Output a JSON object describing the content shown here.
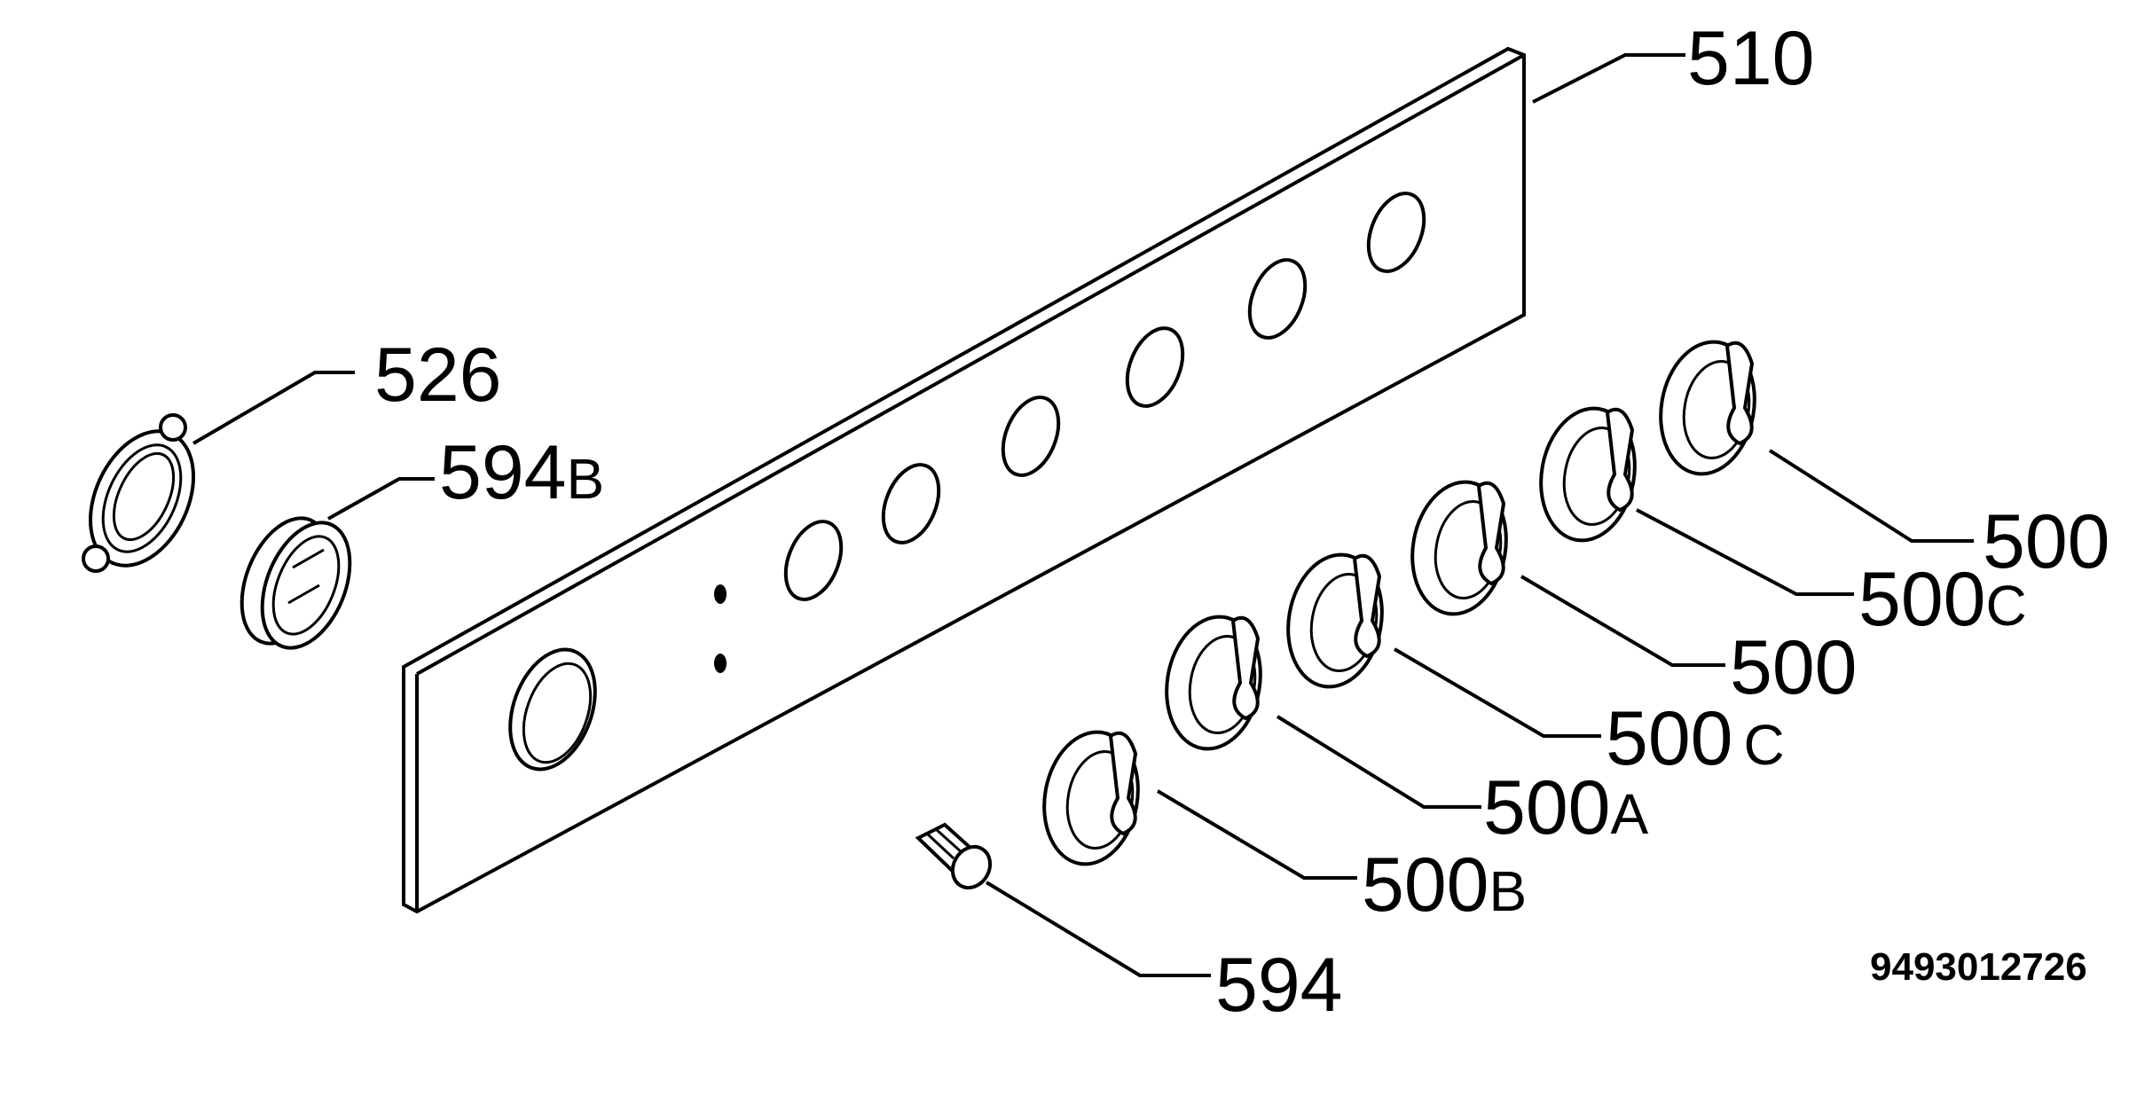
{
  "diagram": {
    "drawing_number": "9493012726",
    "labels": [
      {
        "id": "l510",
        "num": "510",
        "sfx": ""
      },
      {
        "id": "l526",
        "num": "526",
        "sfx": ""
      },
      {
        "id": "l594b",
        "num": "594",
        "sfx": "B"
      },
      {
        "id": "l500_1",
        "num": "500",
        "sfx": ""
      },
      {
        "id": "l500c_1",
        "num": "500",
        "sfx": "C"
      },
      {
        "id": "l500_2",
        "num": "500",
        "sfx": ""
      },
      {
        "id": "l500c_2",
        "num": "500",
        "sfx": "C"
      },
      {
        "id": "l500a",
        "num": "500",
        "sfx": "A"
      },
      {
        "id": "l500b",
        "num": "500",
        "sfx": "B"
      },
      {
        "id": "l594",
        "num": "594",
        "sfx": ""
      }
    ]
  }
}
